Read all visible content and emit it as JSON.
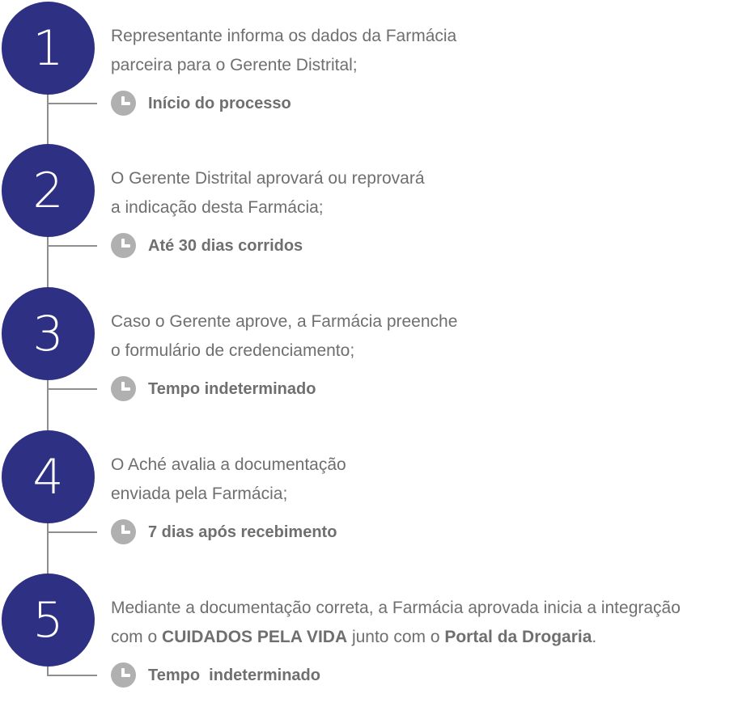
{
  "steps": [
    {
      "number": "1",
      "line1": "Representante informa os dados da Farmácia",
      "line2": "parceira para o Gerente Distrital;",
      "time": "Início do processo"
    },
    {
      "number": "2",
      "line1": "O Gerente Distrital aprovará ou reprovará",
      "line2": "a indicação desta Farmácia;",
      "time": "Até 30 dias corridos"
    },
    {
      "number": "3",
      "line1": "Caso o Gerente aprove, a Farmácia preenche",
      "line2": "o formulário de credenciamento;",
      "time": "Tempo indeterminado"
    },
    {
      "number": "4",
      "line1": "O Aché avalia a documentação",
      "line2": "enviada pela Farmácia;",
      "time": "7 dias após recebimento"
    },
    {
      "number": "5",
      "line1": "Mediante a documentação correta, a Farmácia aprovada inicia a integração",
      "line2_parts": [
        "com o ",
        "CUIDADOS PELA VIDA",
        " junto com o ",
        "Portal da Drogaria",
        "."
      ],
      "time": "Tempo  indeterminado"
    }
  ],
  "colors": {
    "circle": "#2e3083",
    "text": "#6f6f6f",
    "line": "#8f8f8f",
    "clock": "#b0b0b0"
  },
  "icons": {
    "step_time": "clock-icon"
  }
}
